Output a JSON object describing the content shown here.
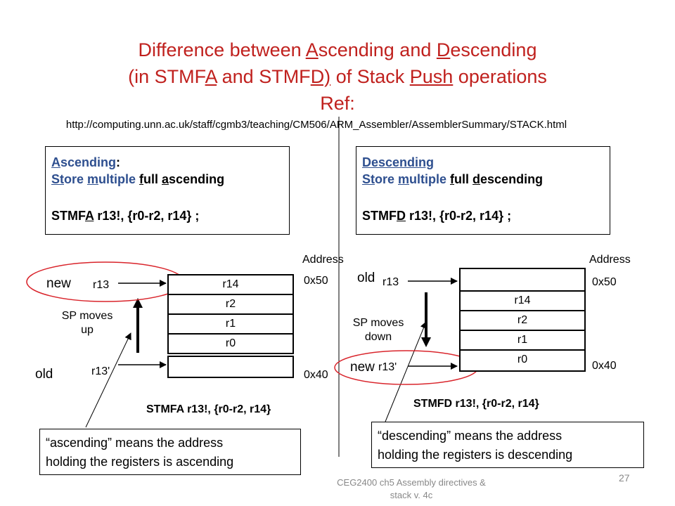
{
  "title": {
    "line1": {
      "a": "Difference between ",
      "b": "A",
      "c": "scending and ",
      "d": "D",
      "e": "escending"
    },
    "line2": {
      "a": "(in STMF",
      "b": "A",
      "c": " and STMF",
      "d": "D)",
      "e": " of Stack ",
      "f": "Push",
      "g": " operations"
    },
    "line3": "Ref:"
  },
  "ref_url": "http://computing.unn.ac.uk/staff/cgmb3/teaching/CM506/ARM_Assembler/AssemblerSummary/STACK.html",
  "ascending_box": {
    "h1": "A",
    "h2": "scending",
    "h3": ":",
    "s1": "St",
    "s2": "ore ",
    "s3": "m",
    "s4": "ultiple ",
    "s5": "f",
    "s6": "ull ",
    "s7": "a",
    "s8": "scending",
    "o1": "STMF",
    "o2": "A",
    "o3": "  r13!, {r0-r2, r14}  ;"
  },
  "descending_box": {
    "h1": "Descending",
    "s1": "St",
    "s2": "ore ",
    "s3": "m",
    "s4": "ultiple ",
    "s5": "f",
    "s6": "ull ",
    "s7": "d",
    "s8": "escending",
    "o1": "STMF",
    "o2": "D",
    "o3": "  r13!, {r0-r2, r14}  ;"
  },
  "left_diagram": {
    "address_label": "Address",
    "addr_top": "0x50",
    "addr_bottom": "0x40",
    "cells": [
      "r14",
      "r2",
      "r1",
      "r0",
      ""
    ],
    "pointer_top": "r13",
    "pointer_bottom": "r13'",
    "new_label": "new",
    "old_label": "old",
    "sp_line1": "SP moves",
    "sp_line2": "up",
    "caption": "STMFA  r13!, {r0-r2, r14}"
  },
  "right_diagram": {
    "address_label": "Address",
    "addr_top": "0x50",
    "addr_bottom": "0x40",
    "cells": [
      "",
      "r14",
      "r2",
      "r1",
      "r0"
    ],
    "pointer_top": "r13",
    "pointer_bottom": "r13'",
    "old_label": "old",
    "new_label": "new",
    "sp_line1": "SP moves",
    "sp_line2": "down",
    "caption": "STMFD r13!, {r0-r2, r14}"
  },
  "notes": {
    "ascending_line1": "“ascending” means the address",
    "ascending_line2": "holding the registers is ascending",
    "descending_line1": "“descending” means the address",
    "descending_line2": "holding the registers is descending"
  },
  "footer": {
    "line1": "CEG2400 ch5 Assembly directives &",
    "line2": "stack v. 4c"
  },
  "page_number": "27",
  "colors": {
    "title": "#c0211e",
    "heading_blue": "#2e4f8f",
    "highlight_ellipse": "#d9242b"
  }
}
